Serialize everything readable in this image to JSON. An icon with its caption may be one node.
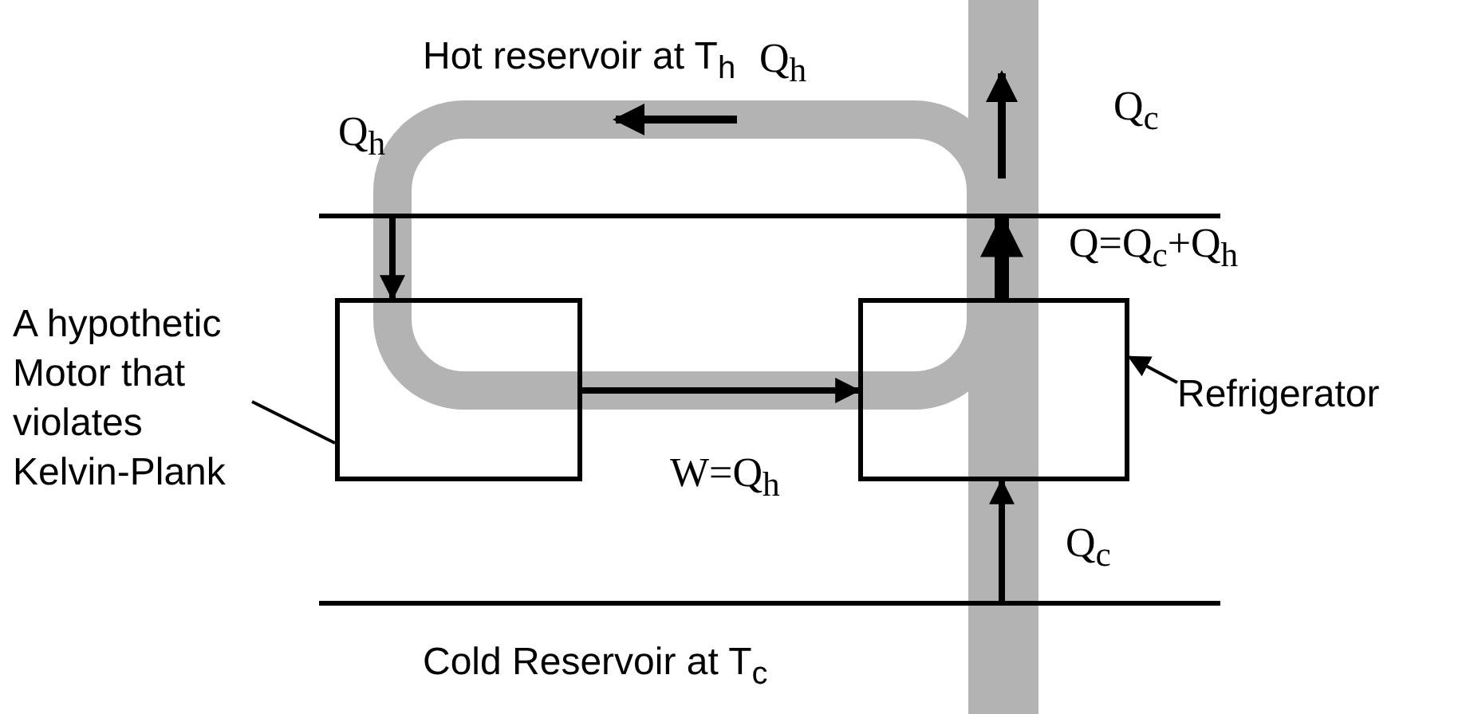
{
  "diagram": {
    "nodes": [
      {
        "text": [
          "Hot reservoir at T$_{h}$"
        ]
      },
      {
        "text": [],
        "shape": "box"
      },
      {
        "text": [
          "A hypothetic Motor that violates Kelvin-Plank"
        ]
      },
      {
        "text": [],
        "shape": "box"
      },
      {
        "text": [
          "Refrigerator"
        ]
      },
      {
        "text": [
          "Cold Reservoir at T$_{c}$"
        ]
      }
    ],
    "edges": [
      {
        "from": 0,
        "to": 1,
        "arrow": "to",
        "label": "Q$_{h}$"
      },
      {
        "from": 1,
        "to": 3,
        "arrow": "to",
        "label": "W=Q$_{h}$"
      },
      {
        "from": 5,
        "to": 3,
        "arrow": "to",
        "label": "Q$_{c}$"
      },
      {
        "from": 3,
        "to": 0,
        "arrow": "to",
        "label": "Q=Q$_{c}$+Q$_{h}$",
        "style": "thick"
      },
      {
        "from": 2,
        "to": 1,
        "arrow": "none"
      },
      {
        "from": 4,
        "to": 3,
        "arrow": "to"
      }
    ],
    "labels": [
      "Q$_{h}$",
      "Q$_{c}$"
    ]
  }
}
